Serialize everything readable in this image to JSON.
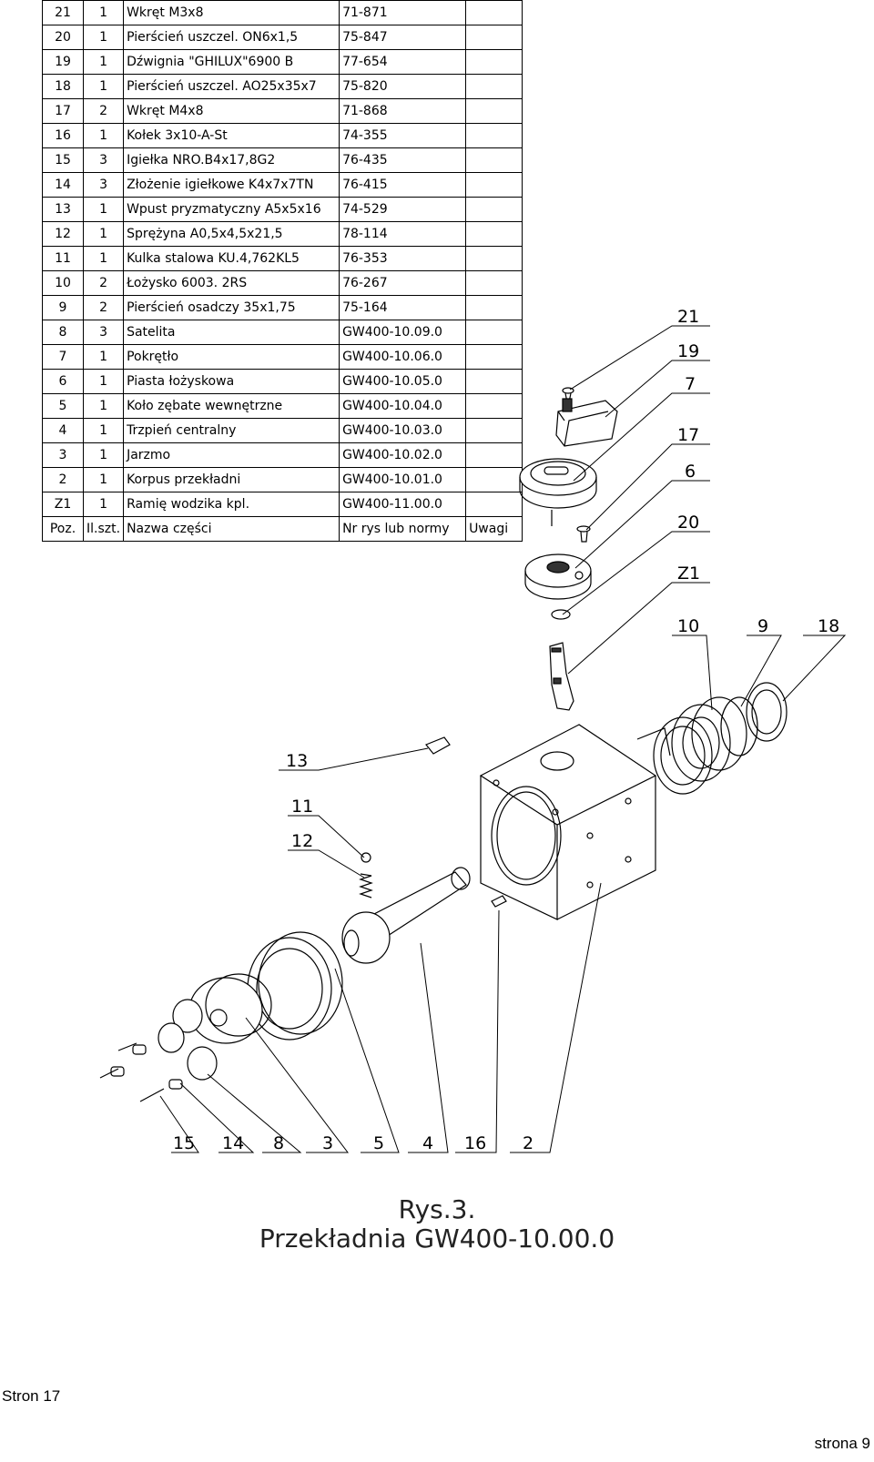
{
  "table": {
    "rows": [
      [
        "21",
        "1",
        "Wkręt M3x8",
        "71-871",
        ""
      ],
      [
        "20",
        "1",
        "Pierścień uszczel. ON6x1,5",
        "75-847",
        ""
      ],
      [
        "19",
        "1",
        "Dźwignia \"GHILUX\"6900 B",
        "77-654",
        ""
      ],
      [
        "18",
        "1",
        "Pierścień uszczel. AO25x35x7",
        "75-820",
        ""
      ],
      [
        "17",
        "2",
        "Wkręt M4x8",
        "71-868",
        ""
      ],
      [
        "16",
        "1",
        "Kołek 3x10-A-St",
        "74-355",
        ""
      ],
      [
        "15",
        "3",
        "Igiełka NRO.B4x17,8G2",
        "76-435",
        ""
      ],
      [
        "14",
        "3",
        "Złożenie igiełkowe K4x7x7TN",
        "76-415",
        ""
      ],
      [
        "13",
        "1",
        "Wpust pryzmatyczny A5x5x16",
        "74-529",
        ""
      ],
      [
        "12",
        "1",
        "Sprężyna A0,5x4,5x21,5",
        "78-114",
        ""
      ],
      [
        "11",
        "1",
        "Kulka stalowa KU.4,762KL5",
        "76-353",
        ""
      ],
      [
        "10",
        "2",
        "Łożysko 6003. 2RS",
        "76-267",
        ""
      ],
      [
        "9",
        "2",
        "Pierścień osadczy 35x1,75",
        "75-164",
        ""
      ],
      [
        "8",
        "3",
        "Satelita",
        "GW400-10.09.0",
        ""
      ],
      [
        "7",
        "1",
        "Pokrętło",
        "GW400-10.06.0",
        ""
      ],
      [
        "6",
        "1",
        "Piasta łożyskowa",
        "GW400-10.05.0",
        ""
      ],
      [
        "5",
        "1",
        "Koło zębate wewnętrzne",
        "GW400-10.04.0",
        ""
      ],
      [
        "4",
        "1",
        "Trzpień centralny",
        "GW400-10.03.0",
        ""
      ],
      [
        "3",
        "1",
        "Jarzmo",
        "GW400-10.02.0",
        ""
      ],
      [
        "2",
        "1",
        "Korpus przekładni",
        "GW400-10.01.0",
        ""
      ],
      [
        "Z1",
        "1",
        "Ramię wodzika kpl.",
        "GW400-11.00.0",
        ""
      ]
    ],
    "header": [
      "Poz.",
      "Il.szt.",
      "Nazwa części",
      "Nr rys lub normy",
      "Uwagi"
    ]
  },
  "callouts": {
    "c21": "21",
    "c19": "19",
    "c7": "7",
    "c17": "17",
    "c6": "6",
    "c20": "20",
    "cZ1": "Z1",
    "c10": "10",
    "c9": "9",
    "c18": "18",
    "c13": "13",
    "c11": "11",
    "c12": "12",
    "c15": "15",
    "c14": "14",
    "c8": "8",
    "c3": "3",
    "c5": "5",
    "c4": "4",
    "c16": "16",
    "c2": "2"
  },
  "caption": {
    "line1": "Rys.3.",
    "line2": "Przekładnia GW400-10.00.0"
  },
  "footer": {
    "left": "Stron 17",
    "right": "strona 9"
  }
}
